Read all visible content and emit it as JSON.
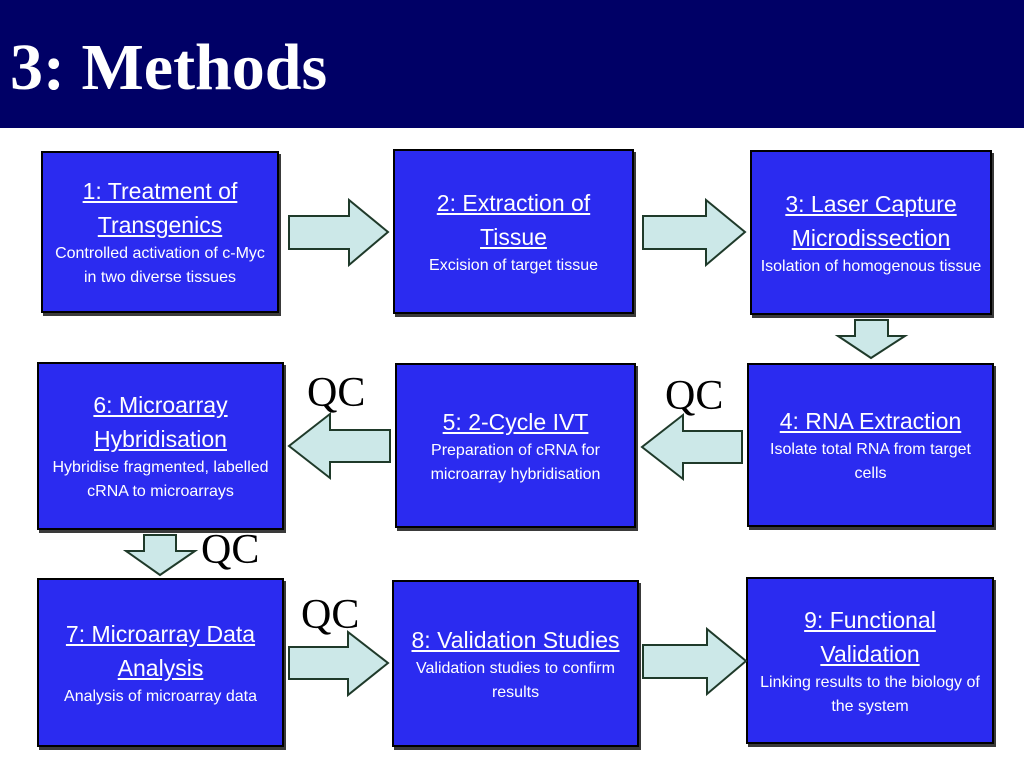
{
  "slide": {
    "title": "3: Methods"
  },
  "steps": [
    {
      "title": "1: Treatment of Transgenics",
      "desc": "Controlled activation of c-Myc in two diverse tissues"
    },
    {
      "title": "2: Extraction of Tissue",
      "desc": "Excision of target tissue"
    },
    {
      "title": "3: Laser Capture Microdissection",
      "desc": "Isolation of homogenous tissue"
    },
    {
      "title": "4: RNA Extraction",
      "desc": "Isolate total RNA from target cells"
    },
    {
      "title": "5: 2-Cycle IVT",
      "desc": "Preparation of cRNA for microarray hybridisation"
    },
    {
      "title": "6: Microarray Hybridisation",
      "desc": "Hybridise fragmented, labelled cRNA to microarrays"
    },
    {
      "title": "7: Microarray Data Analysis",
      "desc": "Analysis of microarray data"
    },
    {
      "title": "8: Validation Studies",
      "desc": "Validation studies to confirm results"
    },
    {
      "title": "9: Functional Validation",
      "desc": "Linking results to the biology of the system"
    }
  ],
  "qc_labels": [
    "QC",
    "QC",
    "QC",
    "QC"
  ],
  "colors": {
    "header_bg": "#000066",
    "box_fill": "#2b2bf0",
    "arrow_fill": "#cce8e8"
  }
}
